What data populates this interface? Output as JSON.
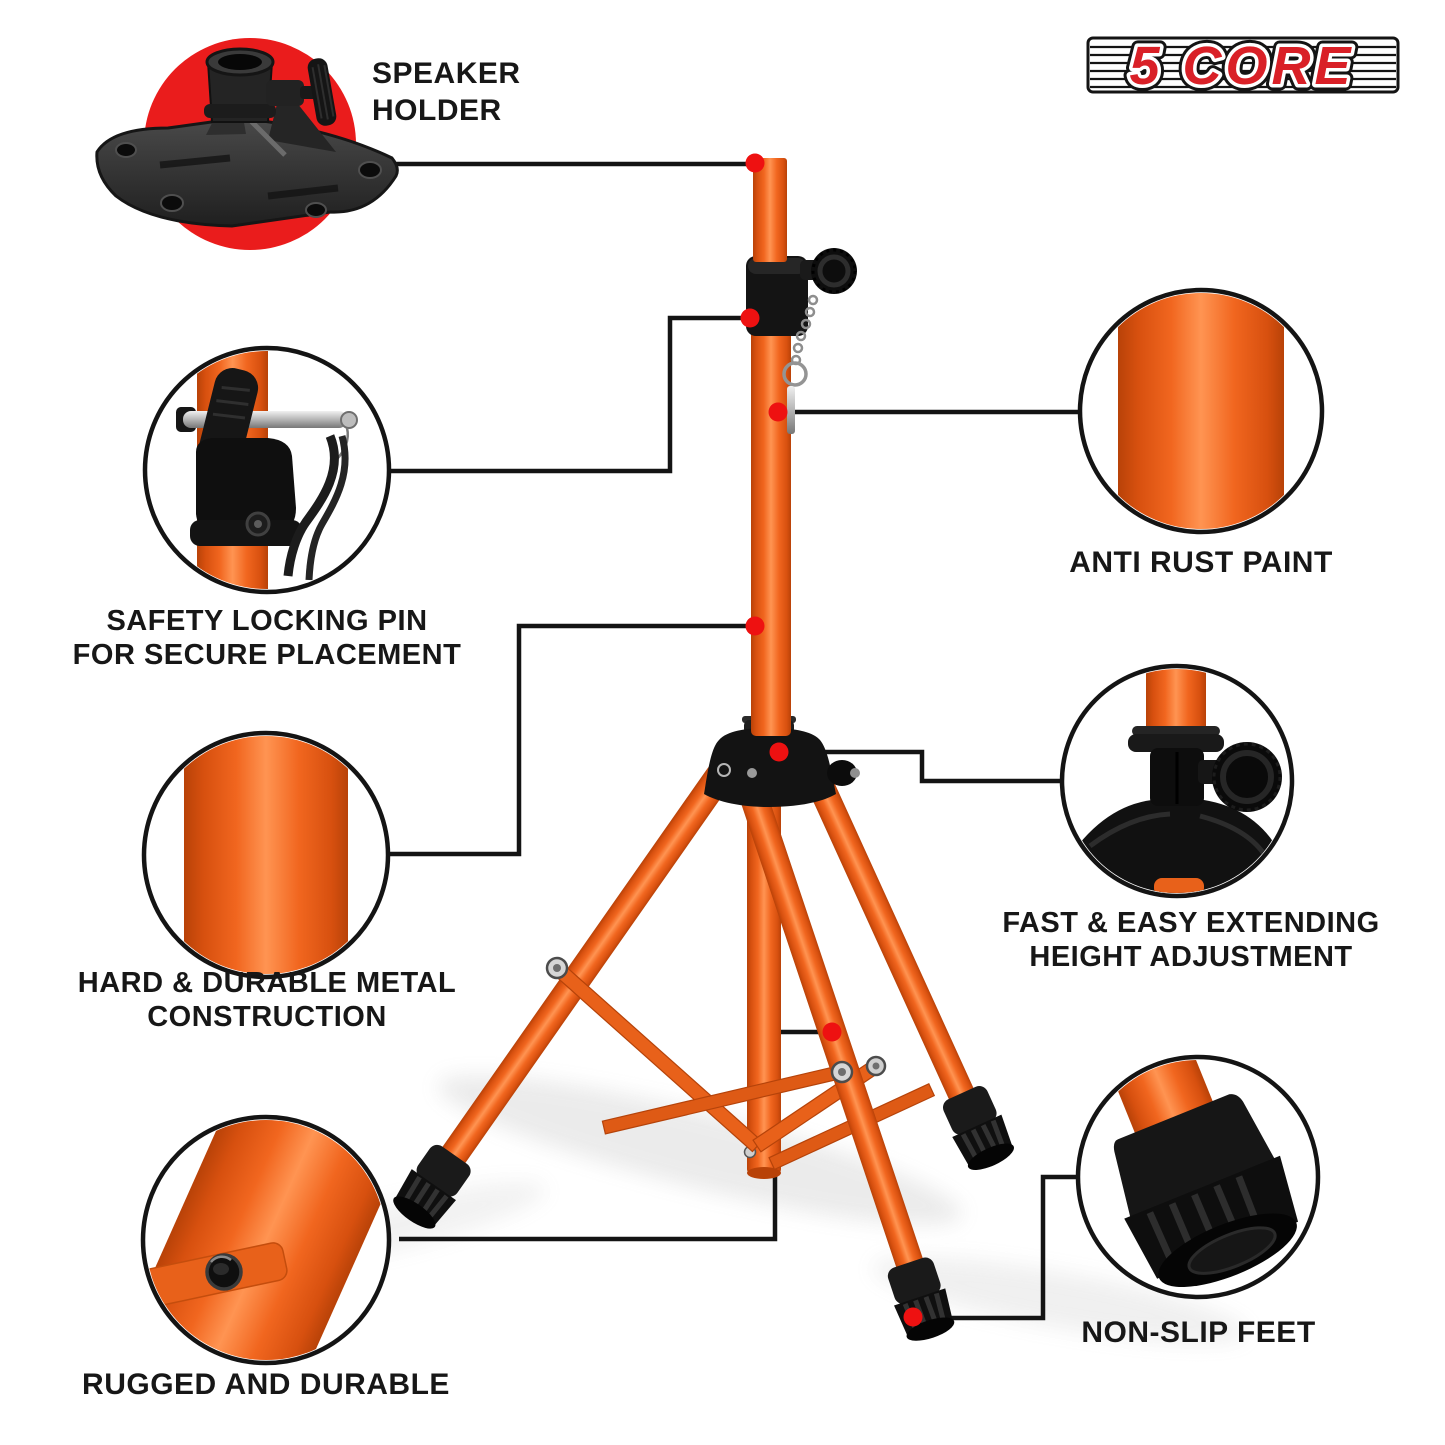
{
  "brand": {
    "logo_text": "5 CORE"
  },
  "callouts": {
    "speaker_holder": {
      "line1": "SPEAKER",
      "line2": "HOLDER"
    },
    "safety_locking_pin": {
      "line1": "SAFETY LOCKING PIN",
      "line2": "FOR SECURE PLACEMENT"
    },
    "hard_durable_metal": {
      "line1": "HARD & DURABLE METAL",
      "line2": "CONSTRUCTION"
    },
    "rugged_durable": {
      "line1": "RUGGED AND DURABLE"
    },
    "anti_rust_paint": {
      "line1": "ANTI RUST PAINT"
    },
    "height_adjustment": {
      "line1": "FAST & EASY EXTENDING",
      "line2": "HEIGHT ADJUSTMENT"
    },
    "non_slip_feet": {
      "line1": "NON-SLIP FEET"
    }
  },
  "colors": {
    "pole_orange": "#f0641e",
    "pole_highlight": "#ff9452",
    "pole_shadow": "#b84208",
    "accent_red_circle": "#ea1c1c",
    "callout_dot_red": "#ee1111",
    "connector_line": "#141414",
    "text_color": "#171717",
    "logo_red": "#d92027",
    "hardware_black": "#141414"
  }
}
